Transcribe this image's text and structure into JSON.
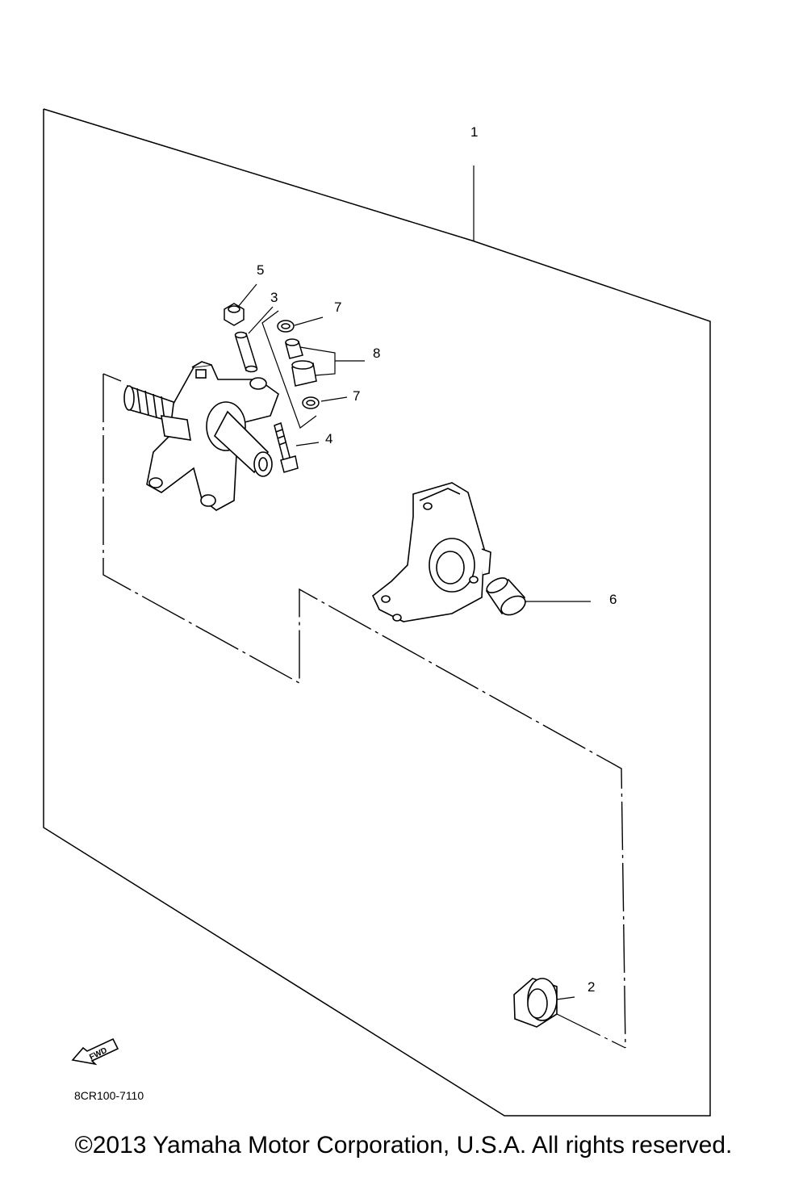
{
  "callouts": {
    "c1": "1",
    "c2": "2",
    "c3": "3",
    "c4": "4",
    "c5": "5",
    "c6": "6",
    "c7a": "7",
    "c7b": "7",
    "c8": "8"
  },
  "fwd_marker": {
    "label": "FWD",
    "icon": "forward-arrow-icon"
  },
  "diagram_code": "8CR100-7110",
  "copyright": "©2013 Yamaha Motor Corporation, U.S.A. All rights reserved.",
  "colors": {
    "ink": "#000000",
    "background": "#ffffff"
  }
}
